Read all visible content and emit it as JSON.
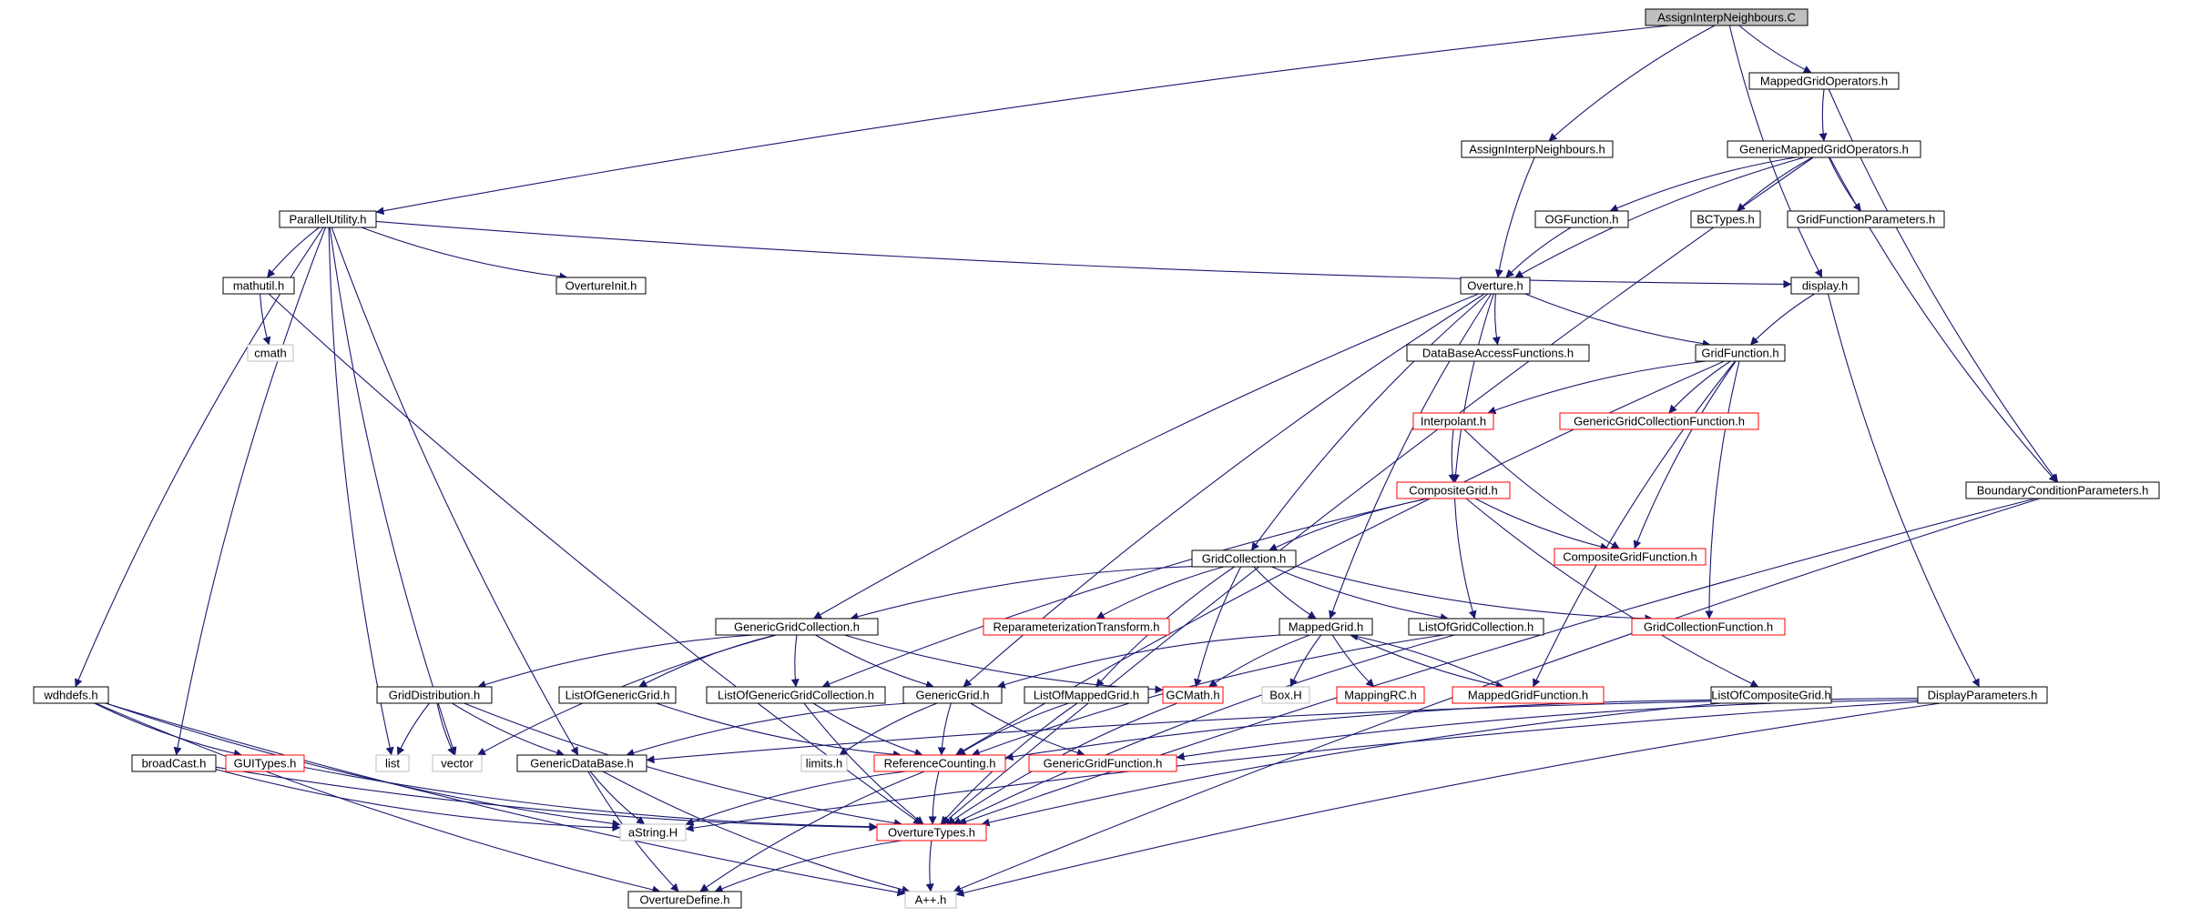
{
  "title": "AssignInterpNeighbours.C",
  "colors": {
    "edge": "#191970",
    "node_border": "#000000",
    "node_border_truncated": "#ff0000",
    "node_border_external": "#bfbfbf",
    "root_fill": "#bfbfbf",
    "node_fill": "#ffffff",
    "text": "#000000"
  },
  "nodes": [
    {
      "id": "root",
      "label": "AssignInterpNeighbours.C",
      "style": "root"
    },
    {
      "id": "mgo",
      "label": "MappedGridOperators.h",
      "style": "normal"
    },
    {
      "id": "gmgo",
      "label": "GenericMappedGridOperators.h",
      "style": "normal"
    },
    {
      "id": "ain",
      "label": "AssignInterpNeighbours.h",
      "style": "normal"
    },
    {
      "id": "pu",
      "label": "ParallelUtility.h",
      "style": "normal"
    },
    {
      "id": "ogf",
      "label": "OGFunction.h",
      "style": "normal"
    },
    {
      "id": "bct",
      "label": "BCTypes.h",
      "style": "normal"
    },
    {
      "id": "gfp",
      "label": "GridFunctionParameters.h",
      "style": "normal"
    },
    {
      "id": "mathutil",
      "label": "mathutil.h",
      "style": "normal"
    },
    {
      "id": "oinit",
      "label": "OvertureInit.h",
      "style": "normal"
    },
    {
      "id": "ovh",
      "label": "Overture.h",
      "style": "normal"
    },
    {
      "id": "disp",
      "label": "display.h",
      "style": "normal"
    },
    {
      "id": "cmath",
      "label": "cmath",
      "style": "external"
    },
    {
      "id": "dbaf",
      "label": "DataBaseAccessFunctions.h",
      "style": "normal"
    },
    {
      "id": "gf",
      "label": "GridFunction.h",
      "style": "normal"
    },
    {
      "id": "interp",
      "label": "Interpolant.h",
      "style": "truncated"
    },
    {
      "id": "ggcf",
      "label": "GenericGridCollectionFunction.h",
      "style": "truncated"
    },
    {
      "id": "cg",
      "label": "CompositeGrid.h",
      "style": "truncated"
    },
    {
      "id": "bcp",
      "label": "BoundaryConditionParameters.h",
      "style": "normal"
    },
    {
      "id": "cgf",
      "label": "CompositeGridFunction.h",
      "style": "truncated"
    },
    {
      "id": "gc",
      "label": "GridCollection.h",
      "style": "normal"
    },
    {
      "id": "ggc",
      "label": "GenericGridCollection.h",
      "style": "normal"
    },
    {
      "id": "rpt",
      "label": "ReparameterizationTransform.h",
      "style": "truncated"
    },
    {
      "id": "mg",
      "label": "MappedGrid.h",
      "style": "normal"
    },
    {
      "id": "logc",
      "label": "ListOfGridCollection.h",
      "style": "normal"
    },
    {
      "id": "gcf",
      "label": "GridCollectionFunction.h",
      "style": "truncated"
    },
    {
      "id": "wdh",
      "label": "wdhdefs.h",
      "style": "normal"
    },
    {
      "id": "gd",
      "label": "GridDistribution.h",
      "style": "normal"
    },
    {
      "id": "logg",
      "label": "ListOfGenericGrid.h",
      "style": "normal"
    },
    {
      "id": "loggc",
      "label": "ListOfGenericGridCollection.h",
      "style": "normal"
    },
    {
      "id": "gg",
      "label": "GenericGrid.h",
      "style": "normal"
    },
    {
      "id": "lomg",
      "label": "ListOfMappedGrid.h",
      "style": "normal"
    },
    {
      "id": "gcm",
      "label": "GCMath.h",
      "style": "truncated"
    },
    {
      "id": "box",
      "label": "Box.H",
      "style": "external"
    },
    {
      "id": "mrc",
      "label": "MappingRC.h",
      "style": "truncated"
    },
    {
      "id": "mgf",
      "label": "MappedGridFunction.h",
      "style": "truncated"
    },
    {
      "id": "locg",
      "label": "ListOfCompositeGrid.h",
      "style": "normal"
    },
    {
      "id": "dp",
      "label": "DisplayParameters.h",
      "style": "normal"
    },
    {
      "id": "bc",
      "label": "broadCast.h",
      "style": "normal"
    },
    {
      "id": "gui",
      "label": "GUITypes.h",
      "style": "truncated"
    },
    {
      "id": "list",
      "label": "list",
      "style": "external"
    },
    {
      "id": "vector",
      "label": "vector",
      "style": "external"
    },
    {
      "id": "gdb",
      "label": "GenericDataBase.h",
      "style": "normal"
    },
    {
      "id": "limits",
      "label": "limits.h",
      "style": "external"
    },
    {
      "id": "rc",
      "label": "ReferenceCounting.h",
      "style": "truncated"
    },
    {
      "id": "ggf",
      "label": "GenericGridFunction.h",
      "style": "truncated"
    },
    {
      "id": "astr",
      "label": "aString.H",
      "style": "external"
    },
    {
      "id": "ot",
      "label": "OvertureTypes.h",
      "style": "truncated"
    },
    {
      "id": "od",
      "label": "OvertureDefine.h",
      "style": "normal"
    },
    {
      "id": "app",
      "label": "A++.h",
      "style": "external"
    }
  ],
  "edges": [
    [
      "root",
      "mgo"
    ],
    [
      "root",
      "ain"
    ],
    [
      "root",
      "pu"
    ],
    [
      "root",
      "disp"
    ],
    [
      "mgo",
      "gmgo"
    ],
    [
      "mgo",
      "bcp"
    ],
    [
      "gmgo",
      "ogf"
    ],
    [
      "gmgo",
      "bct"
    ],
    [
      "gmgo",
      "gfp"
    ],
    [
      "gmgo",
      "ovh"
    ],
    [
      "gmgo",
      "bcp"
    ],
    [
      "gmgo",
      "ot"
    ],
    [
      "ain",
      "ovh"
    ],
    [
      "ogf",
      "ovh"
    ],
    [
      "pu",
      "mathutil"
    ],
    [
      "pu",
      "oinit"
    ],
    [
      "pu",
      "disp"
    ],
    [
      "pu",
      "vector"
    ],
    [
      "pu",
      "list"
    ],
    [
      "pu",
      "wdh"
    ],
    [
      "pu",
      "bc"
    ],
    [
      "pu",
      "gdb"
    ],
    [
      "mathutil",
      "cmath"
    ],
    [
      "mathutil",
      "ot"
    ],
    [
      "ovh",
      "dbaf"
    ],
    [
      "ovh",
      "gf"
    ],
    [
      "ovh",
      "cg"
    ],
    [
      "ovh",
      "gc"
    ],
    [
      "ovh",
      "mg"
    ],
    [
      "ovh",
      "gg"
    ],
    [
      "ovh",
      "ggc"
    ],
    [
      "disp",
      "gf"
    ],
    [
      "disp",
      "dp"
    ],
    [
      "gf",
      "interp"
    ],
    [
      "gf",
      "ggcf"
    ],
    [
      "gf",
      "cgf"
    ],
    [
      "gf",
      "gcf"
    ],
    [
      "gf",
      "mgf"
    ],
    [
      "gf",
      "rc"
    ],
    [
      "interp",
      "cg"
    ],
    [
      "interp",
      "cgf"
    ],
    [
      "cg",
      "gc"
    ],
    [
      "cg",
      "cgf"
    ],
    [
      "cg",
      "logc"
    ],
    [
      "cg",
      "locg"
    ],
    [
      "cg",
      "loggc"
    ],
    [
      "bcp",
      "ot"
    ],
    [
      "bcp",
      "app"
    ],
    [
      "gc",
      "ggc"
    ],
    [
      "gc",
      "rpt"
    ],
    [
      "gc",
      "mg"
    ],
    [
      "gc",
      "logc"
    ],
    [
      "gc",
      "gcf"
    ],
    [
      "gc",
      "gcm"
    ],
    [
      "gc",
      "lomg"
    ],
    [
      "ggc",
      "gd"
    ],
    [
      "ggc",
      "logg"
    ],
    [
      "ggc",
      "loggc"
    ],
    [
      "ggc",
      "gg"
    ],
    [
      "ggc",
      "gcm"
    ],
    [
      "ggc",
      "vector"
    ],
    [
      "mg",
      "gg"
    ],
    [
      "mg",
      "gcm"
    ],
    [
      "mg",
      "box"
    ],
    [
      "mg",
      "mrc"
    ],
    [
      "mg",
      "mgf"
    ],
    [
      "mgf",
      "mg"
    ],
    [
      "logc",
      "rc"
    ],
    [
      "logc",
      "ot"
    ],
    [
      "wdh",
      "gui"
    ],
    [
      "wdh",
      "astr"
    ],
    [
      "wdh",
      "od"
    ],
    [
      "wdh",
      "app"
    ],
    [
      "gd",
      "list"
    ],
    [
      "gd",
      "vector"
    ],
    [
      "gd",
      "gdb"
    ],
    [
      "gd",
      "ot"
    ],
    [
      "logg",
      "rc"
    ],
    [
      "loggc",
      "rc"
    ],
    [
      "loggc",
      "ot"
    ],
    [
      "gg",
      "gdb"
    ],
    [
      "gg",
      "limits"
    ],
    [
      "gg",
      "rc"
    ],
    [
      "gg",
      "ggf"
    ],
    [
      "lomg",
      "rc"
    ],
    [
      "lomg",
      "ot"
    ],
    [
      "gcm",
      "ot"
    ],
    [
      "locg",
      "rc"
    ],
    [
      "locg",
      "ot"
    ],
    [
      "dp",
      "gdb"
    ],
    [
      "dp",
      "ggf"
    ],
    [
      "dp",
      "astr"
    ],
    [
      "dp",
      "app"
    ],
    [
      "bc",
      "astr"
    ],
    [
      "bc",
      "ot"
    ],
    [
      "gui",
      "ot"
    ],
    [
      "gdb",
      "astr"
    ],
    [
      "gdb",
      "od"
    ],
    [
      "gdb",
      "app"
    ],
    [
      "rc",
      "astr"
    ],
    [
      "rc",
      "ot"
    ],
    [
      "rc",
      "od"
    ],
    [
      "ot",
      "od"
    ],
    [
      "ot",
      "app"
    ]
  ]
}
